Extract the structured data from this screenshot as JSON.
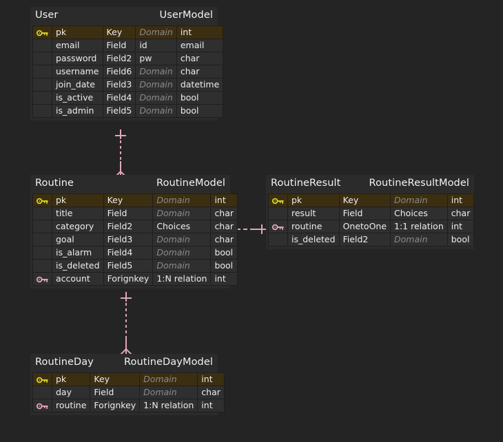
{
  "diagram": {
    "background_color": "#242424",
    "entity_bg": "#2b2b2b",
    "cell_bg": "#2f2f2f",
    "pk_row_bg": "#3c2e10",
    "pk_key_color": "#d8d82a",
    "fk_key_color": "#e7a8b8",
    "relation_line_color": "#e0a8b6",
    "placeholder_label": "Domain"
  },
  "entities": [
    {
      "id": "user",
      "title": "User",
      "model": "UserModel",
      "columns": [
        {
          "key": "pk",
          "name": "pk",
          "field": "Key",
          "domain": "Domain",
          "domain_placeholder": true,
          "type": "int"
        },
        {
          "key": "none",
          "name": "email",
          "field": "Field",
          "domain": "id",
          "domain_placeholder": false,
          "type": "email"
        },
        {
          "key": "none",
          "name": "password",
          "field": "Field2",
          "domain": "pw",
          "domain_placeholder": false,
          "type": "char"
        },
        {
          "key": "none",
          "name": "username",
          "field": "Field6",
          "domain": "Domain",
          "domain_placeholder": true,
          "type": "char"
        },
        {
          "key": "none",
          "name": "join_date",
          "field": "Field3",
          "domain": "Domain",
          "domain_placeholder": true,
          "type": "datetime"
        },
        {
          "key": "none",
          "name": "is_active",
          "field": "Field4",
          "domain": "Domain",
          "domain_placeholder": true,
          "type": "bool"
        },
        {
          "key": "none",
          "name": "is_admin",
          "field": "Field5",
          "domain": "Domain",
          "domain_placeholder": true,
          "type": "bool"
        }
      ]
    },
    {
      "id": "routine",
      "title": "Routine",
      "model": "RoutineModel",
      "columns": [
        {
          "key": "pk",
          "name": "pk",
          "field": "Key",
          "domain": "Domain",
          "domain_placeholder": true,
          "type": "int"
        },
        {
          "key": "none",
          "name": "title",
          "field": "Field",
          "domain": "Domain",
          "domain_placeholder": true,
          "type": "char"
        },
        {
          "key": "none",
          "name": "category",
          "field": "Field2",
          "domain": "Choices",
          "domain_placeholder": false,
          "type": "char"
        },
        {
          "key": "none",
          "name": "goal",
          "field": "Field3",
          "domain": "Domain",
          "domain_placeholder": true,
          "type": "char"
        },
        {
          "key": "none",
          "name": "is_alarm",
          "field": "Field4",
          "domain": "Domain",
          "domain_placeholder": true,
          "type": "bool"
        },
        {
          "key": "none",
          "name": "is_deleted",
          "field": "Field5",
          "domain": "Domain",
          "domain_placeholder": true,
          "type": "bool"
        },
        {
          "key": "fk",
          "name": "account",
          "field": "Forignkey",
          "domain": "1:N relation",
          "domain_placeholder": false,
          "type": "int"
        }
      ]
    },
    {
      "id": "routineresult",
      "title": "RoutineResult",
      "model": "RoutineResultModel",
      "columns": [
        {
          "key": "pk",
          "name": "pk",
          "field": "Key",
          "domain": "Domain",
          "domain_placeholder": true,
          "type": "int"
        },
        {
          "key": "none",
          "name": "result",
          "field": "Field",
          "domain": "Choices",
          "domain_placeholder": false,
          "type": "char"
        },
        {
          "key": "fk",
          "name": "routine",
          "field": "OnetoOne",
          "domain": "1:1 relation",
          "domain_placeholder": false,
          "type": "int"
        },
        {
          "key": "none",
          "name": "is_deleted",
          "field": "Field2",
          "domain": "Domain",
          "domain_placeholder": true,
          "type": "bool"
        }
      ]
    },
    {
      "id": "routineday",
      "title": "RoutineDay",
      "model": "RoutineDayModel",
      "columns": [
        {
          "key": "pk",
          "name": "pk",
          "field": "Key",
          "domain": "Domain",
          "domain_placeholder": true,
          "type": "int"
        },
        {
          "key": "none",
          "name": "day",
          "field": "Field",
          "domain": "Domain",
          "domain_placeholder": true,
          "type": "char"
        },
        {
          "key": "fk",
          "name": "routine",
          "field": "Forignkey",
          "domain": "1:N relation",
          "domain_placeholder": false,
          "type": "int"
        }
      ]
    }
  ],
  "relations": [
    {
      "id": "user-routine",
      "from": "user",
      "to": "routine",
      "cardinality": "1:N",
      "orientation": "vertical"
    },
    {
      "id": "routine-routineresult",
      "from": "routine",
      "to": "routineresult",
      "cardinality": "1:1",
      "orientation": "horizontal"
    },
    {
      "id": "routine-routineday",
      "from": "routine",
      "to": "routineday",
      "cardinality": "1:N",
      "orientation": "vertical"
    }
  ]
}
